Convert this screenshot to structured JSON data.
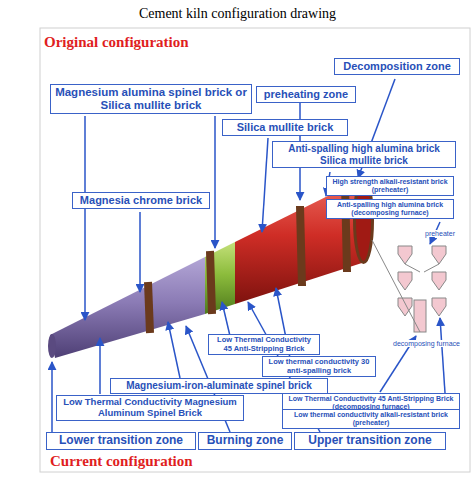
{
  "diagram": {
    "title": "Cement kiln configuration drawing",
    "nodes": [
      {
        "text": [
          "Magnesium alumina spinel brick or Silica mullite brick"
        ]
      },
      {
        "text": [
          "preheating zone"
        ]
      },
      {
        "text": [
          "Decomposition zone"
        ]
      },
      {
        "text": [
          "Silica mullite brick"
        ]
      },
      {
        "text": [
          "Anti-spalling high alumina brick Silica mullite brick"
        ]
      },
      {
        "text": [
          "High strength alkali-resistant brick (preheater)"
        ]
      },
      {
        "text": [
          "Anti-spalling high alumina brick (decomposing furnace)"
        ]
      },
      {
        "text": [
          "Magnesia chrome brick"
        ]
      },
      {
        "text": [
          "Low Thermal Conductivity 45 Anti-Stripping Brick"
        ]
      },
      {
        "text": [
          "Low thermal conductivity 30 anti-spalling brick"
        ]
      },
      {
        "text": [
          "Low Thermal Conductivity 45 Anti-Stripping Brick (decomposing furnace)"
        ]
      },
      {
        "text": [
          "Low thermal conductivity alkali-resistant brick (preheater)"
        ]
      },
      {
        "text": [
          "Magnesium-iron-aluminate spinel brick"
        ]
      },
      {
        "text": [
          "Low Thermal Conductivity Magnesium Aluminum Spinel Brick"
        ]
      },
      {
        "text": [
          "Lower transition zone"
        ]
      },
      {
        "text": [
          "Burning zone"
        ]
      },
      {
        "text": [
          "Upper transition zone"
        ]
      }
    ],
    "labels": [
      "Original configuration",
      "Current configuration",
      "preheater",
      "decomposing furnace"
    ]
  }
}
